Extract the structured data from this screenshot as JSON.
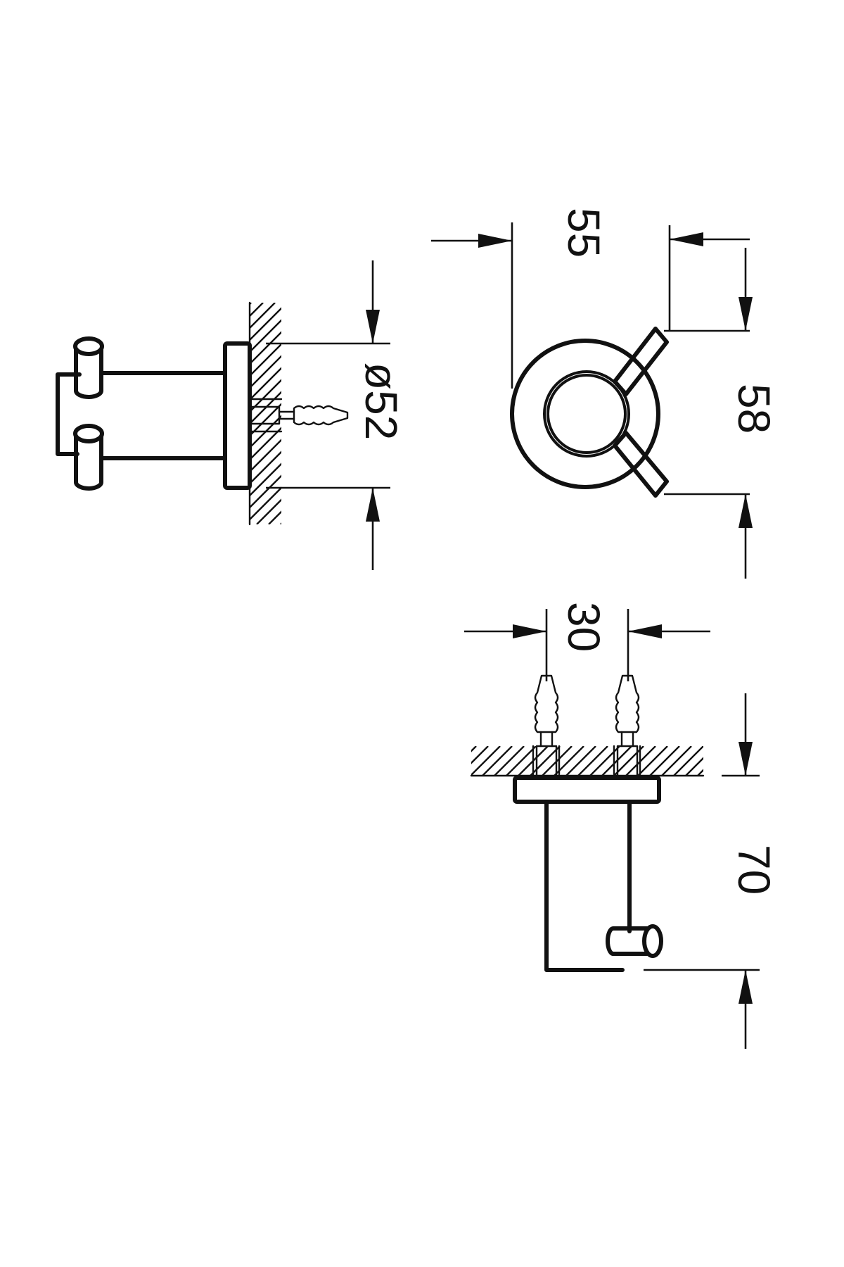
{
  "dimensions": {
    "plate_diameter": "ø52",
    "front_width": "55",
    "front_height": "58",
    "screw_spacing": "30",
    "projection": "70"
  },
  "colors": {
    "line": "#111111",
    "background": "#ffffff"
  }
}
